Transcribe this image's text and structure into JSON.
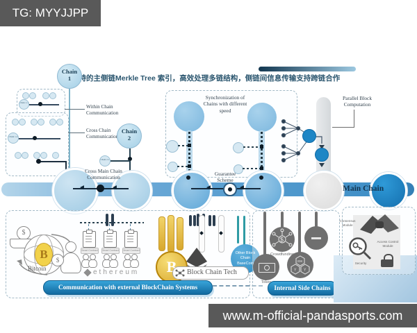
{
  "watermark_top": "TG: MYYJJPP",
  "watermark_bottom": "www.m-official-pandasports.com",
  "title": "独特的主侧链Merkle Tree 索引，高效处理多链结构，侧链间信息传输支持跨链合作",
  "chain1": {
    "name": "Chain",
    "num": "1"
  },
  "chain2": {
    "name": "Chain",
    "num": "2"
  },
  "subchains": {
    "c11": "Chain 1-1",
    "c12": "Chain 1-2",
    "c21": "Chain 2-1"
  },
  "labels": {
    "within": "Within Chain Communication",
    "cross": "Cross Chain Communication",
    "cross_main": "Cross Main Chain Communication",
    "sync": "Synchronization of Chains with different speed",
    "guarantee": "Guarantee Scheme",
    "parallel": "Parallel Block Computation",
    "main_chain": "Main Chain"
  },
  "external": {
    "banner": "Communication with external BlockChain Systems",
    "bitcoin": "Bitcoin",
    "ethereum": "ethereum",
    "contracts": [
      "Smart Contract",
      "Smart Contract",
      "Smart Contract"
    ],
    "tech": "Block Chain Tech",
    "other": "Other Block Chain BaseCoin"
  },
  "internal": {
    "banner": "Internal Side Chains",
    "crowdfunding": "Crowdfunding",
    "token": "Token",
    "hex": [
      "20K",
      "Y",
      "Y"
    ]
  },
  "modules": {
    "consensus": "Consensus Module",
    "access": "Access Control Module",
    "security": "Security"
  },
  "symbols": {
    "dollar": "$",
    "btc": "B",
    "arrow_left": "◄",
    "arrow_down": "▼"
  },
  "colors": {
    "banner_blue": "#1b8dc6",
    "main_bar": "#4a96cc",
    "dark_node": "#1d85c4",
    "gold": "#e0b13a",
    "teal": "#2e9ba4",
    "gray_icon": "#6f6f6f"
  }
}
